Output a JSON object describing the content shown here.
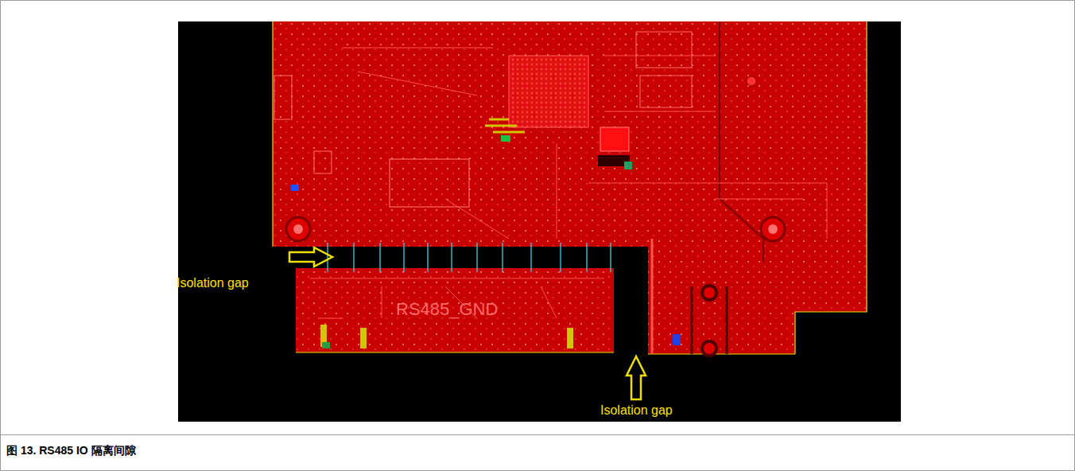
{
  "diagram": {
    "caption": "图 13. RS485 IO 隔离间隙",
    "labels": [
      "Isolation gap",
      "Isolation gap",
      "RS485_GND"
    ]
  }
}
